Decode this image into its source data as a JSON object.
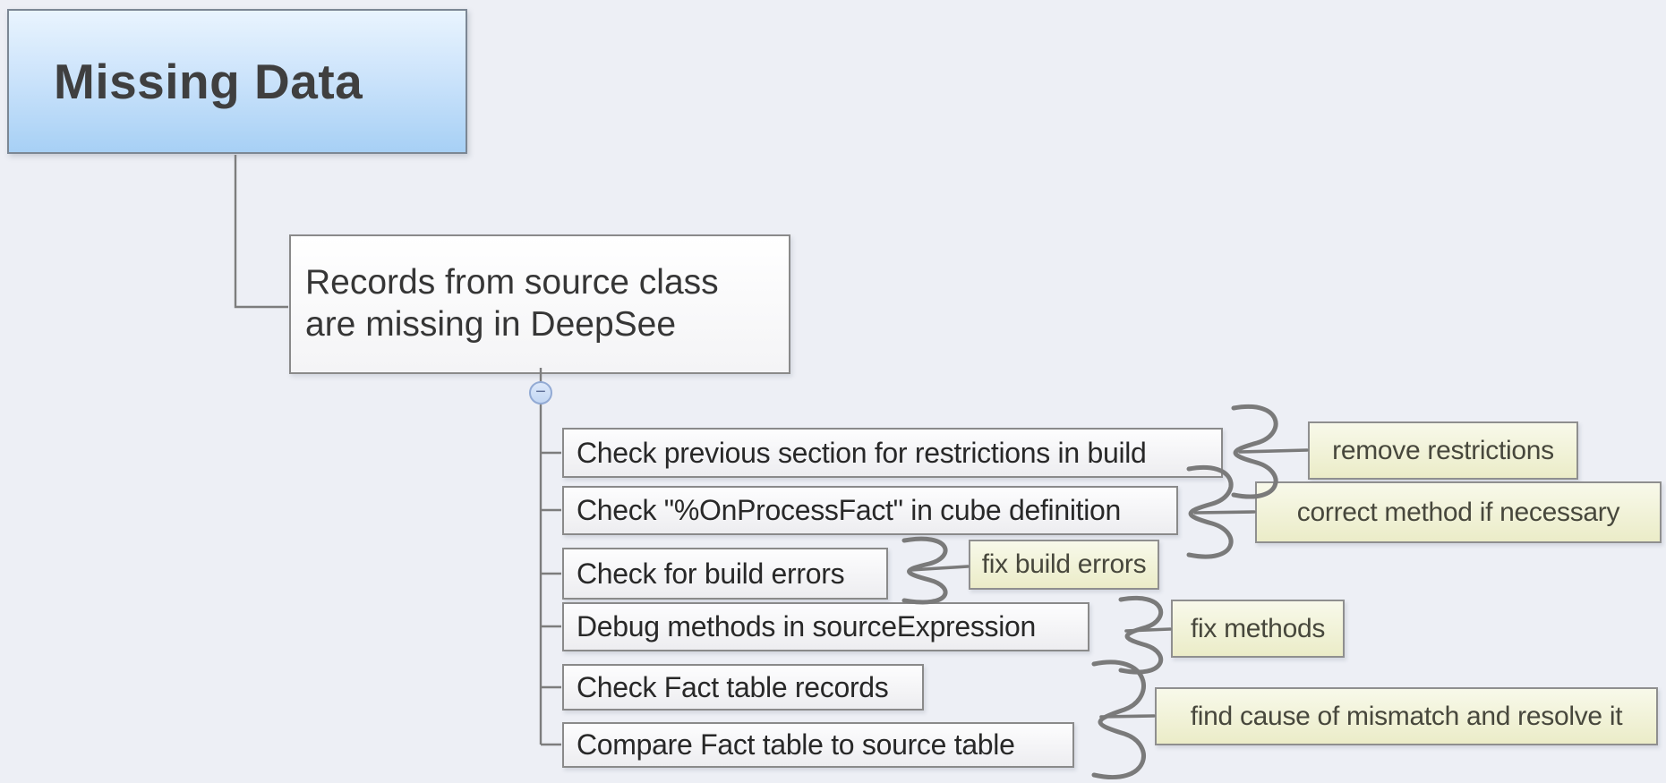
{
  "diagram": {
    "type": "mind-map",
    "background_color": "#edeff5"
  },
  "root_topic": {
    "label": "Missing Data",
    "fill_top": "#e9f4fe",
    "fill_bottom": "#a7d0f5"
  },
  "central_topic": {
    "label": "Records from source class are missing in DeepSee",
    "line1": "Records from source class",
    "line2": "are missing in DeepSee"
  },
  "collapse_button": {
    "symbol": "−",
    "state": "expanded",
    "fill": "#c3d7f3",
    "border": "#92aad4"
  },
  "subtopics": [
    {
      "label": "Check previous section for restrictions in build",
      "callout": "remove restrictions"
    },
    {
      "label": "Check \"%OnProcessFact\" in cube definition",
      "callout": "correct method if necessary"
    },
    {
      "label": "Check for build errors",
      "callout": "fix build errors"
    },
    {
      "label": "Debug methods in sourceExpression",
      "callout": "fix methods"
    },
    {
      "label": "Check Fact table records",
      "callout": ""
    },
    {
      "label": "Compare Fact table to source table",
      "callout": "find cause of mismatch and resolve it"
    }
  ],
  "callout_shared": {
    "note": "find cause of mismatch and resolve it",
    "attached_to": [
      "Check Fact table records",
      "Compare Fact table to source table"
    ],
    "fill_top": "#f8f9ea",
    "fill_bottom": "#ebecc8"
  },
  "colors": {
    "connector_line": "#7d7d7d",
    "squiggle": "#7a7a7a",
    "topic_border": "#8a8a8a",
    "topic_fill_bottom": "#ededf0",
    "callout_border": "#8f8f8f",
    "text_topic": "#282828",
    "text_callout": "#47473c",
    "text_root": "#3f3f3f"
  }
}
